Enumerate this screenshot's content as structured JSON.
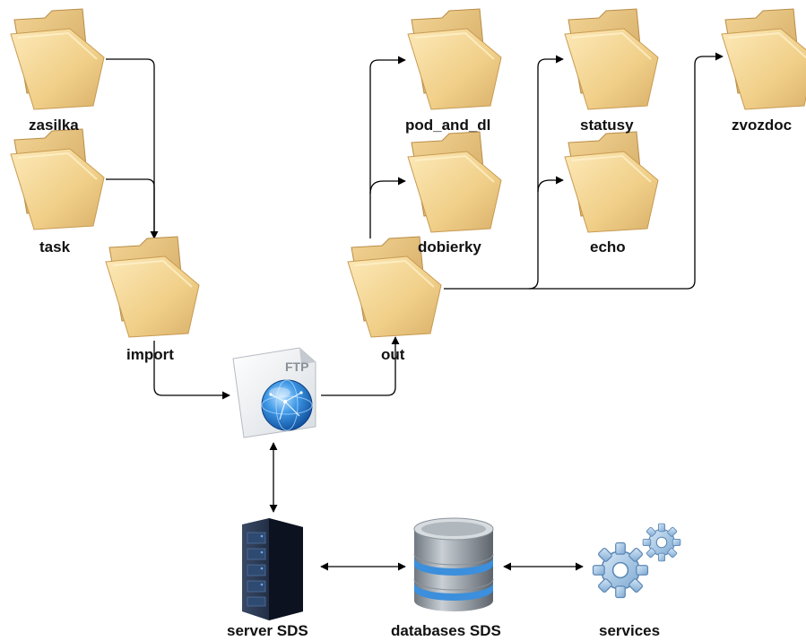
{
  "nodes": {
    "zasilka": "zasilka",
    "task": "task",
    "import": "import",
    "out": "out",
    "pod_and_dl": "pod_and_dl",
    "dobierky": "dobierky",
    "statusy": "statusy",
    "echo": "echo",
    "zvozdoc": "zvozdoc",
    "server": "server SDS",
    "databases": "databases SDS",
    "services": "services"
  },
  "ftp_label": "FTP",
  "colors": {
    "folder_light": "#fbe1a6",
    "folder_mid": "#ecc67c",
    "folder_dark": "#c9a058",
    "globe": "#2f84d8",
    "gear": "#a9c8e6",
    "server": "#22304a",
    "db_metal": "#9aa2ab",
    "db_ring": "#3b8fdc",
    "line": "#000000"
  },
  "icons": {
    "folder": "folder-icon",
    "ftp": "ftp-globe-icon",
    "server": "server-icon",
    "database": "database-icon",
    "services": "gears-icon"
  }
}
